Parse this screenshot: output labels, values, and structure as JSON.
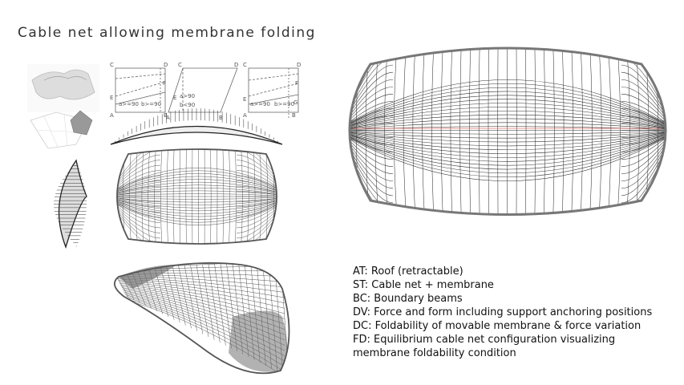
{
  "title": "Cable net allowing membrane folding",
  "legend": [
    "AT: Roof (retractable)",
    "ST: Cable net + membrane",
    "BC: Boundary beams",
    "DV: Force and form including support anchoring positions",
    "DC: Foldability of movable membrane & force variation",
    "FD: Equilibrium cable net configuration visualizing",
    "membrane foldability condition"
  ],
  "diagram_labels": {
    "d1": {
      "c": "C",
      "d": "D",
      "e": "E",
      "f": "F",
      "a": "A",
      "b": "B",
      "angle_a": "a>=90",
      "angle_b": "b>=90"
    },
    "d2": {
      "c": "C",
      "d": "D",
      "e": "E",
      "a": "A",
      "b": "B",
      "angle_top": "a>90",
      "angle_bot": "b<90"
    },
    "d3": {
      "c": "C",
      "d": "D",
      "e": "E",
      "f": "F",
      "g": "G",
      "a": "A",
      "b": "B",
      "angle_a": "a>=90",
      "angle_b": "b>=90"
    }
  },
  "colors": {
    "line": "#333333",
    "grid": "#444444",
    "dash": "#888888",
    "accent_red": "#d9534f",
    "boundary": "#777777"
  }
}
